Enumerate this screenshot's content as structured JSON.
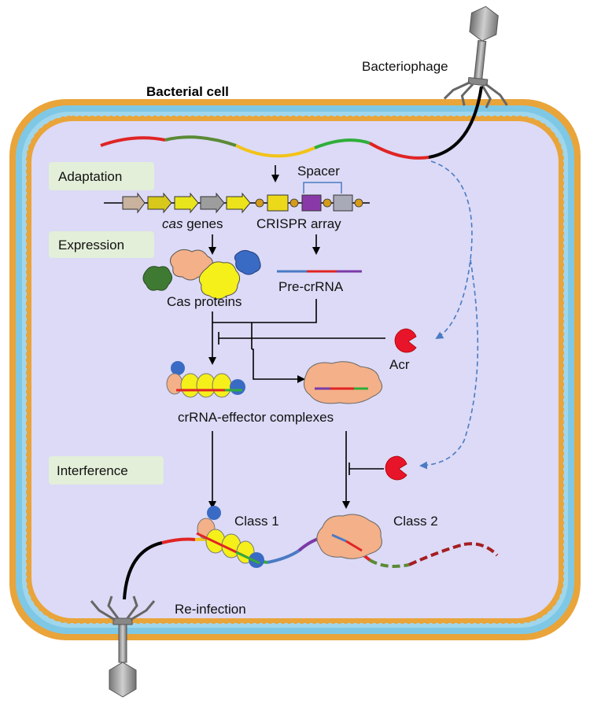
{
  "labels": {
    "bacteriophage": "Bacteriophage",
    "bacterial_cell": "Bacterial cell",
    "spacer": "Spacer",
    "cas_genes_italic": "cas",
    "cas_genes_rest": " genes",
    "crispr_array": "CRISPR array",
    "cas_proteins": "Cas proteins",
    "pre_crrna": "Pre-crRNA",
    "acr_top": "Acr",
    "complexes": "crRNA-effector complexes",
    "class1": "Class 1",
    "class2": "Class 2",
    "reinfection": "Re-infection"
  },
  "stages": {
    "adaptation": "Adaptation",
    "expression": "Expression",
    "interference": "Interference"
  },
  "colors": {
    "cytoplasm": "#dcdaf6",
    "membrane_tail": "#7ec8e6",
    "membrane_head": "#e9a43a",
    "stage_box": "#e3efd9",
    "dna_red": "#e02424",
    "dna_green": "#2fae3a",
    "dna_olive": "#5a8a35",
    "dna_yellow": "#f2c318",
    "dna_purple": "#7a3aa8",
    "dna_darkred": "#a51e22",
    "cas_yellow": "#f5ef1a",
    "cas_orange": "#f4b088",
    "cas_green": "#3f7a33",
    "cas_blue": "#3a6bc4",
    "acr_red": "#e8152a",
    "dashed_arrow": "#4a7ac4"
  },
  "icons": [
    "bacteriophage-icon",
    "cas-protein-icon",
    "acr-protein-icon",
    "effector-complex-icon"
  ]
}
